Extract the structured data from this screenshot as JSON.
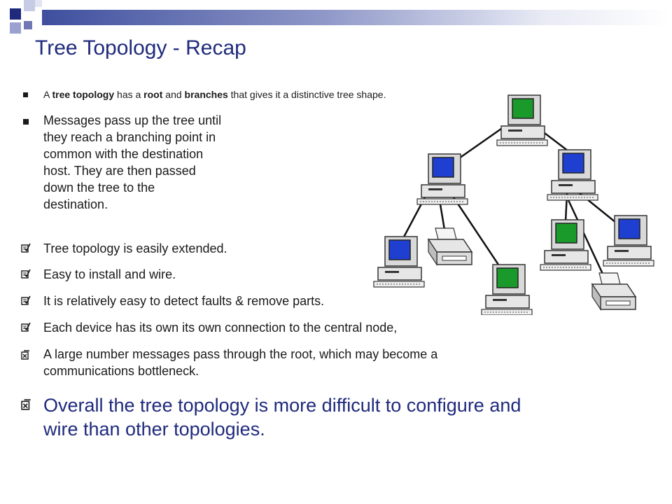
{
  "slide": {
    "title": "Tree Topology - Recap"
  },
  "bullets": {
    "intro": {
      "pre": "A ",
      "b1": "tree topology",
      "mid1": " has a ",
      "b2": "root",
      "mid2": " and ",
      "b3": "branches",
      "post": " that gives it a distinctive tree shape."
    },
    "messages": [
      "Messages pass up the tree until",
      "they reach a branching point in",
      "common with the destination",
      "host. They are then passed",
      "down the tree to the",
      "destination."
    ],
    "pros": [
      "Tree topology is easily extended.",
      "Easy to install and wire.",
      "It is relatively easy to detect faults & remove parts.",
      "Each device has its own its own connection to the central node,"
    ],
    "cons": [
      "A large number messages pass through the root, which may become a",
      "communications bottleneck."
    ],
    "overall": [
      "Overall the tree topology is more difficult to configure and",
      "wire than other topologies."
    ]
  },
  "colors": {
    "title": "#1f2a7c",
    "banner": "#3f4f9e",
    "screen_blue": "#1e3fd0",
    "screen_green": "#1a9a2a"
  },
  "icons": {
    "pro_bullet": "check-box-icon",
    "con_bullet": "cross-box-icon"
  }
}
